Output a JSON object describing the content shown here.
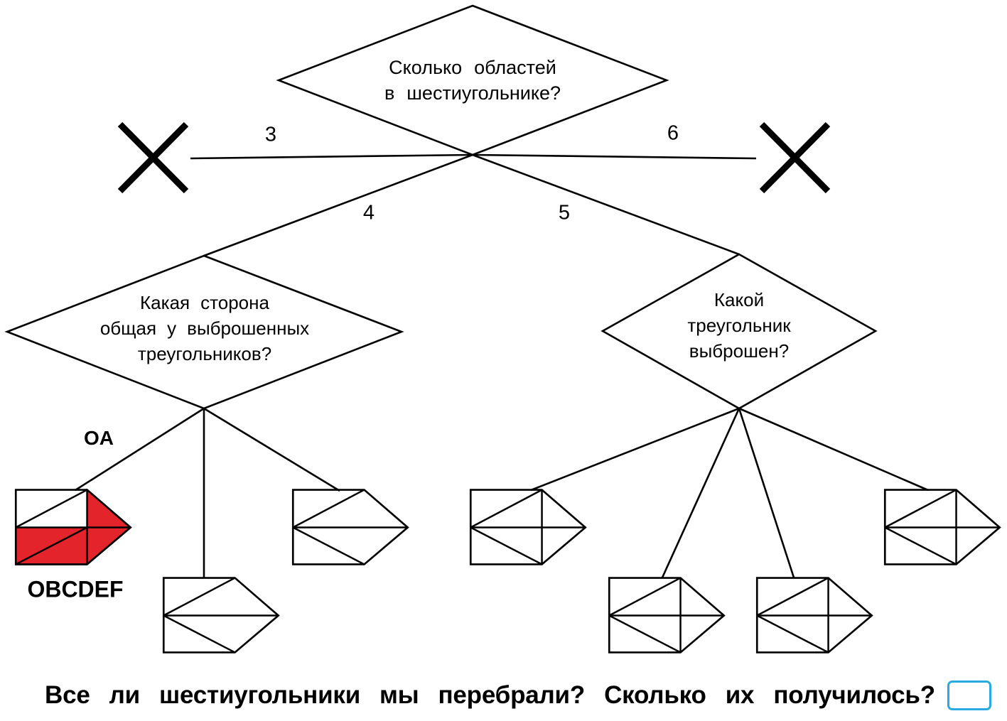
{
  "root_question": {
    "line1": "Сколько областей",
    "line2": "в шестиугольнике?"
  },
  "edge_labels": {
    "three": "3",
    "four": "4",
    "five": "5",
    "six": "6"
  },
  "left_question": {
    "line1": "Какая сторона",
    "line2": "общая у выброшенных",
    "line3": "треугольников?"
  },
  "right_question": {
    "line1": "Какой",
    "line2": "треугольник",
    "line3": "выброшен?"
  },
  "branch_labels": {
    "oa": "OA",
    "obcdef": "OBCDEF"
  },
  "bottom": {
    "question": "Все ли шестиугольники мы перебрали? Сколько их получилось?",
    "answer_value": ""
  },
  "colors": {
    "figure_red": "#e3242b",
    "answer_box_border": "#29abe2",
    "diagram_line": "#000000"
  },
  "figures": [
    "hexagon-figure-obcdef-red-arrow",
    "hexagon-figure-left-2",
    "hexagon-figure-left-3",
    "hexagon-figure-right-1",
    "hexagon-figure-right-2",
    "hexagon-figure-right-3",
    "hexagon-figure-right-4"
  ]
}
